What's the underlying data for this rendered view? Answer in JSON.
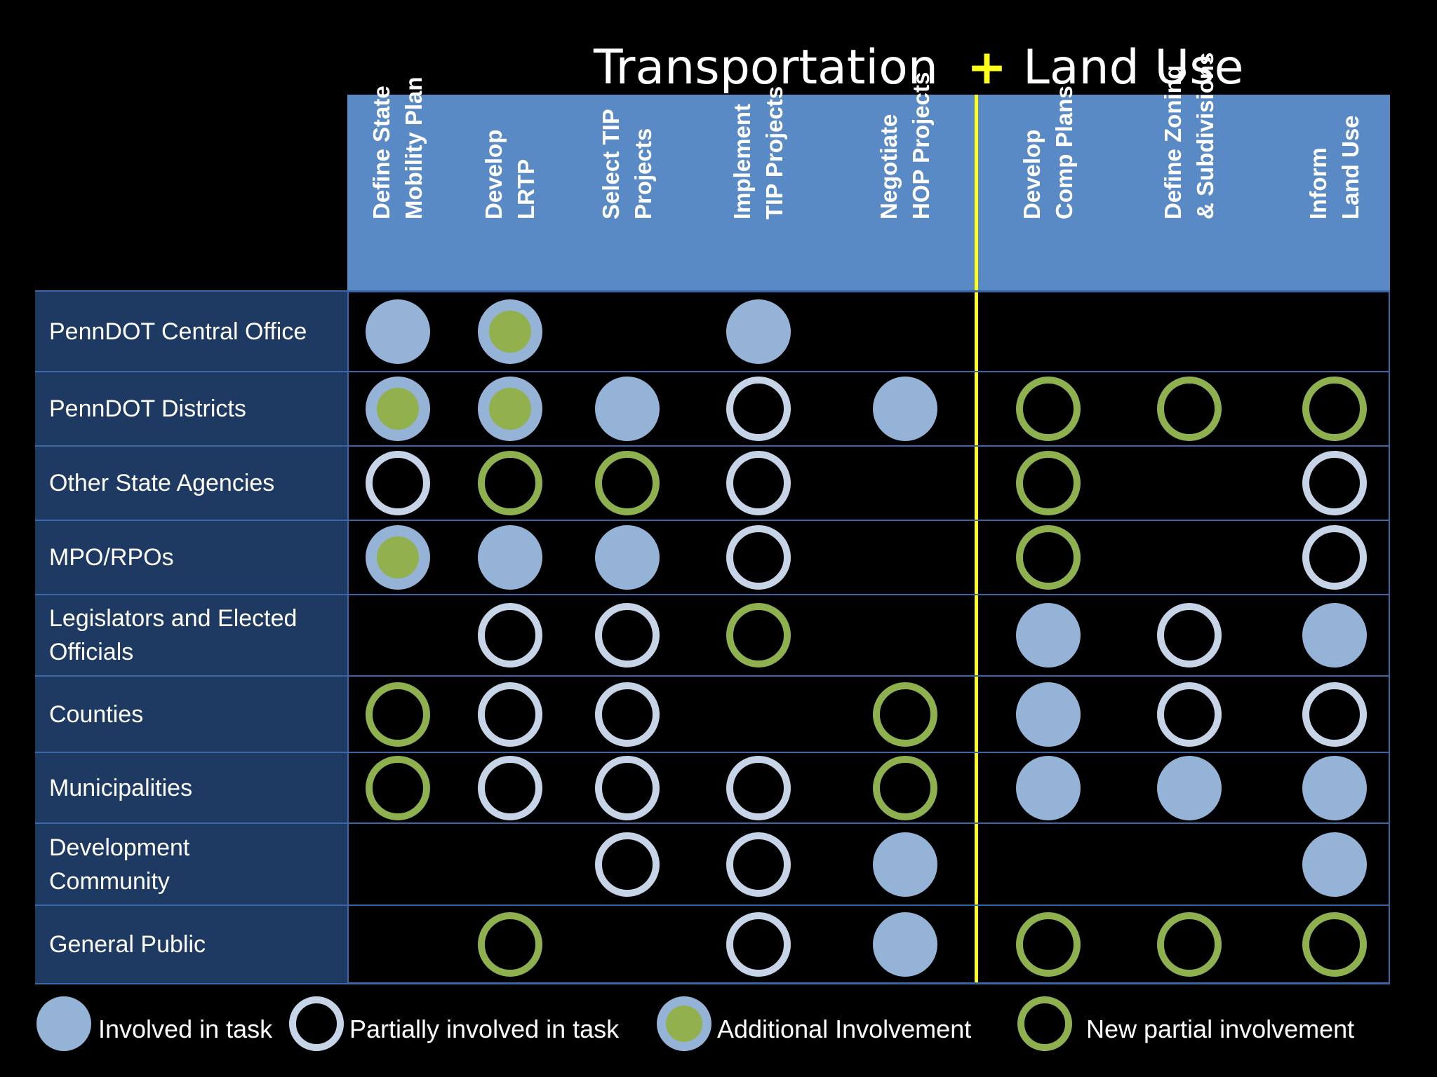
{
  "title": {
    "left": "Transportation",
    "plus": "+",
    "right": "Land Use"
  },
  "columns": [
    {
      "line1": "Define State",
      "line2": "Mobility Plan"
    },
    {
      "line1": "Develop",
      "line2": "LRTP"
    },
    {
      "line1": "Select TIP",
      "line2": "Projects"
    },
    {
      "line1": "Implement",
      "line2": "TIP Projects"
    },
    {
      "line1": "Negotiate",
      "line2": "HOP Projects"
    },
    {
      "line1": "Develop",
      "line2": "Comp Plans"
    },
    {
      "line1": "Define Zoning",
      "line2": "& Subdivisions"
    },
    {
      "line1": "Inform",
      "line2": "Land Use"
    }
  ],
  "rows": [
    {
      "line1": "PennDOT Central Office",
      "line2": ""
    },
    {
      "line1": "PennDOT Districts",
      "line2": ""
    },
    {
      "line1": "Other State Agencies",
      "line2": ""
    },
    {
      "line1": "MPO/RPOs",
      "line2": ""
    },
    {
      "line1": "Legislators and Elected",
      "line2": "Officials"
    },
    {
      "line1": "Counties",
      "line2": ""
    },
    {
      "line1": "Municipalities",
      "line2": ""
    },
    {
      "line1": "Development",
      "line2": "Community"
    },
    {
      "line1": "General Public",
      "line2": ""
    }
  ],
  "cells": [
    [
      "full",
      "additional",
      "",
      "full",
      "",
      "",
      "",
      ""
    ],
    [
      "additional",
      "additional",
      "full",
      "partial",
      "full",
      "newpartial",
      "newpartial",
      "newpartial"
    ],
    [
      "partial",
      "newpartial",
      "newpartial",
      "partial",
      "",
      "newpartial",
      "",
      "partial"
    ],
    [
      "additional",
      "full",
      "full",
      "partial",
      "",
      "newpartial",
      "",
      "partial"
    ],
    [
      "",
      "partial",
      "partial",
      "newpartial",
      "",
      "full",
      "partial",
      "full"
    ],
    [
      "newpartial",
      "partial",
      "partial",
      "",
      "newpartial",
      "full",
      "partial",
      "partial"
    ],
    [
      "newpartial",
      "partial",
      "partial",
      "partial",
      "newpartial",
      "full",
      "full",
      "full"
    ],
    [
      "",
      "",
      "partial",
      "partial",
      "full",
      "",
      "",
      "full"
    ],
    [
      "",
      "newpartial",
      "",
      "partial",
      "full",
      "newpartial",
      "newpartial",
      "newpartial"
    ]
  ],
  "legend": [
    {
      "type": "full",
      "label": "Involved in task"
    },
    {
      "type": "partial",
      "label": "Partially involved in task"
    },
    {
      "type": "additional",
      "label": "Additional Involvement"
    },
    {
      "type": "newpartial",
      "label": "New partial involvement"
    }
  ],
  "colors": {
    "header": "#5a8ac6",
    "row_panel": "#1e3a62",
    "involved": "#95b3d7",
    "partial_ring": "#c7d4e8",
    "additional_green": "#92b04e",
    "new_partial_ring": "#8fb04e",
    "divider": "#ffff1a"
  }
}
